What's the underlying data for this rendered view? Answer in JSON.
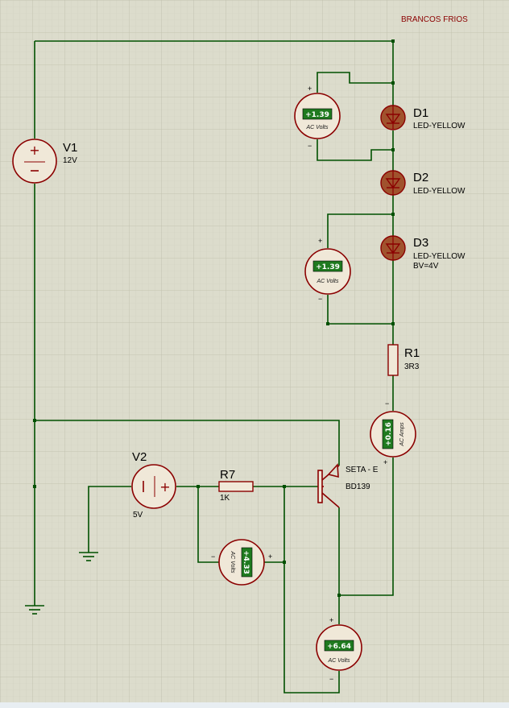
{
  "title": "BRANCOS FRIOS",
  "colors": {
    "background": "#dcdccc",
    "grid": "#c8c8b6",
    "wire": "#005000",
    "component": "#8b0000",
    "led_fill": "#a0522d",
    "display": "#1f7a1f"
  },
  "sources": [
    {
      "ref": "V1",
      "value": "12V"
    },
    {
      "ref": "V2",
      "value": "5V"
    }
  ],
  "leds": [
    {
      "ref": "D1",
      "model": "LED-YELLOW",
      "extra": ""
    },
    {
      "ref": "D2",
      "model": "LED-YELLOW",
      "extra": ""
    },
    {
      "ref": "D3",
      "model": "LED-YELLOW",
      "extra": "BV=4V"
    }
  ],
  "resistors": [
    {
      "ref": "R1",
      "value": "3R3"
    },
    {
      "ref": "R7",
      "value": "1K"
    }
  ],
  "transistor": {
    "ref": "SETA - E",
    "model": "BD139"
  },
  "meters": [
    {
      "reading": "+1.39",
      "unit": "AC Volts",
      "plus": "+",
      "minus": "−"
    },
    {
      "reading": "+1.39",
      "unit": "AC Volts",
      "plus": "+",
      "minus": "−"
    },
    {
      "reading": "+0.16",
      "unit": "AC Amps",
      "plus": "+",
      "minus": "−"
    },
    {
      "reading": "+4.33",
      "unit": "AC Volts",
      "plus": "+",
      "minus": "−"
    },
    {
      "reading": "+6.64",
      "unit": "AC Volts",
      "plus": "+",
      "minus": "−"
    }
  ]
}
